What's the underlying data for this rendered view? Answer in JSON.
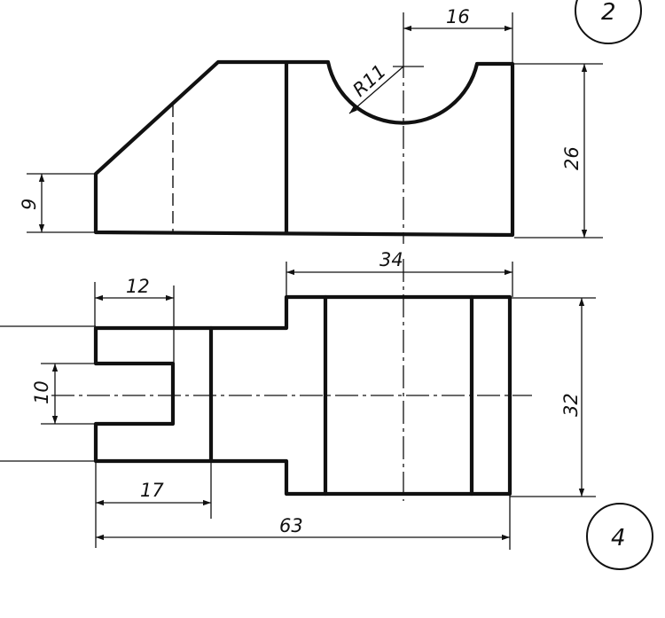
{
  "view_numbers": {
    "top_view": "2",
    "bottom_view": "4"
  },
  "dimensions": {
    "radius": "R11",
    "slot_width_top": "16",
    "height_right": "26",
    "height_left": "9",
    "width_right_block": "34",
    "depth_right_block": "32",
    "tongue_length": "12",
    "tongue_width": "10",
    "left_part_length": "17",
    "overall_length": "63"
  }
}
